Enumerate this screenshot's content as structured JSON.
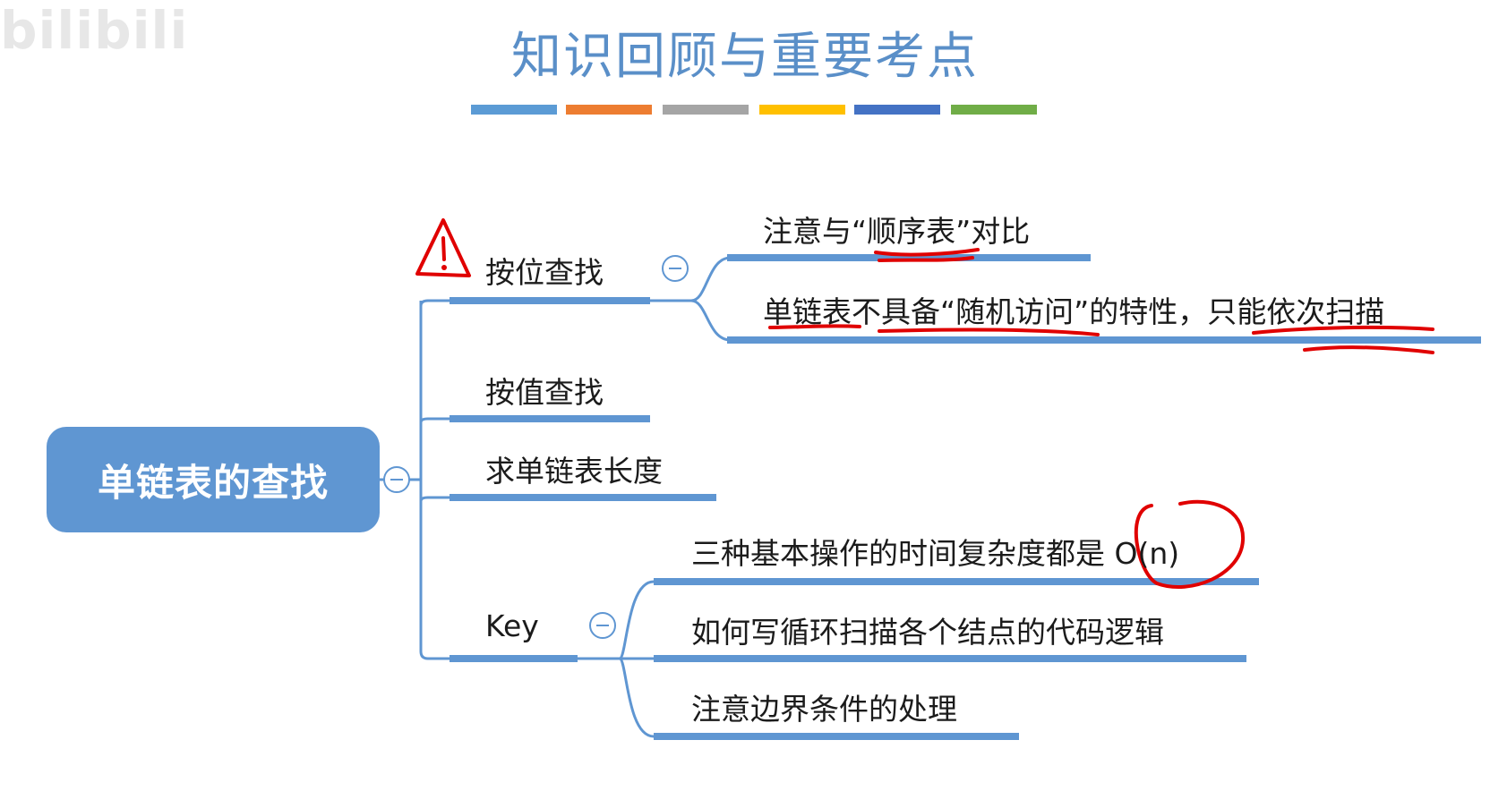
{
  "watermark": "bilibili",
  "title": "知识回顾与重要考点",
  "stripe_colors": [
    "#5b9bd5",
    "#ed7d31",
    "#a5a5a5",
    "#ffc000",
    "#4472c4",
    "#70ad47"
  ],
  "colors": {
    "branch": "#5f96d2",
    "annotation": "#e00000",
    "title": "#5a8fc8"
  },
  "root": {
    "label": "单链表的查找"
  },
  "branches": [
    {
      "label": "按位查找",
      "icon": "warning-icon",
      "children": [
        {
          "label": "注意与“顺序表”对比"
        },
        {
          "label": "单链表不具备“随机访问”的特性，只能依次扫描"
        }
      ]
    },
    {
      "label": "按值查找"
    },
    {
      "label": "求单链表长度"
    },
    {
      "label": "Key",
      "children": [
        {
          "label": "三种基本操作的时间复杂度都是 O(n)"
        },
        {
          "label": "如何写循环扫描各个结点的代码逻辑"
        },
        {
          "label": "注意边界条件的处理"
        }
      ]
    }
  ]
}
